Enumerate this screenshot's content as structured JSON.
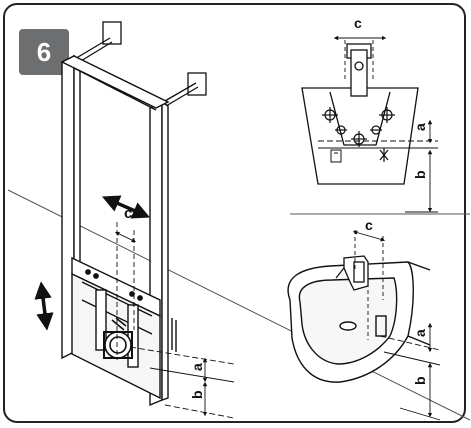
{
  "step": {
    "number": "6",
    "badge_color": "#6d6e70"
  },
  "dimension_labels": {
    "frame_width": "c",
    "frame_height_a": "a",
    "frame_height_b": "b",
    "top_view_width": "c",
    "top_view_a": "a",
    "top_view_b": "b",
    "bidet_width": "c",
    "bidet_a": "a",
    "bidet_b": "b"
  },
  "icons": [
    "horizontal-adjust-arrow-icon",
    "vertical-adjust-arrow-icon",
    "faucet-icon",
    "drain-icon",
    "temperature-icon",
    "cold-water-icon"
  ],
  "colors": {
    "line": "#1a1a1a",
    "frame_stroke": "#222222"
  }
}
